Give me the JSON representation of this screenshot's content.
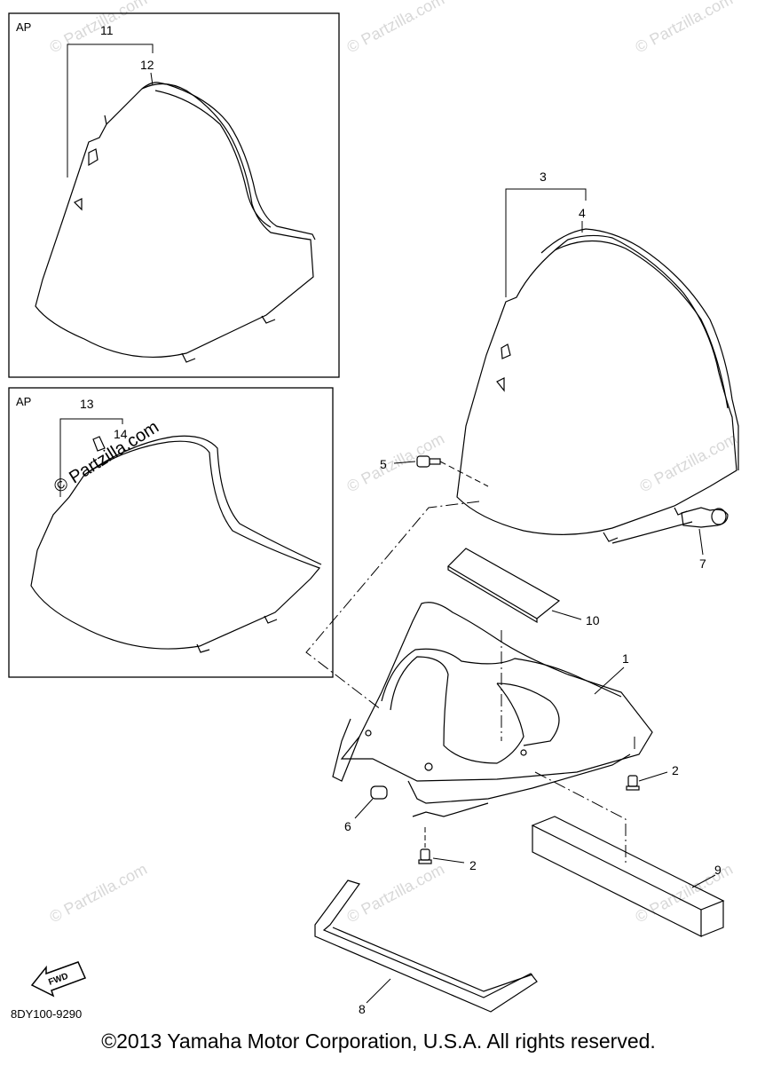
{
  "boxes": {
    "top_label": "AP",
    "middle_label": "AP"
  },
  "callouts": {
    "c1": "1",
    "c2a": "2",
    "c2b": "2",
    "c3": "3",
    "c4": "4",
    "c5": "5",
    "c6": "6",
    "c7": "7",
    "c8": "8",
    "c9": "9",
    "c10": "10",
    "c11": "11",
    "c12": "12",
    "c13": "13",
    "c14": "14"
  },
  "watermark": {
    "dark_text": "© Partzilla.com",
    "light_text": "© Partzilla.com"
  },
  "fwd_label": "FWD",
  "diagram_code": "8DY100-9290",
  "copyright": "©2013 Yamaha Motor Corporation, U.S.A. All rights reserved."
}
